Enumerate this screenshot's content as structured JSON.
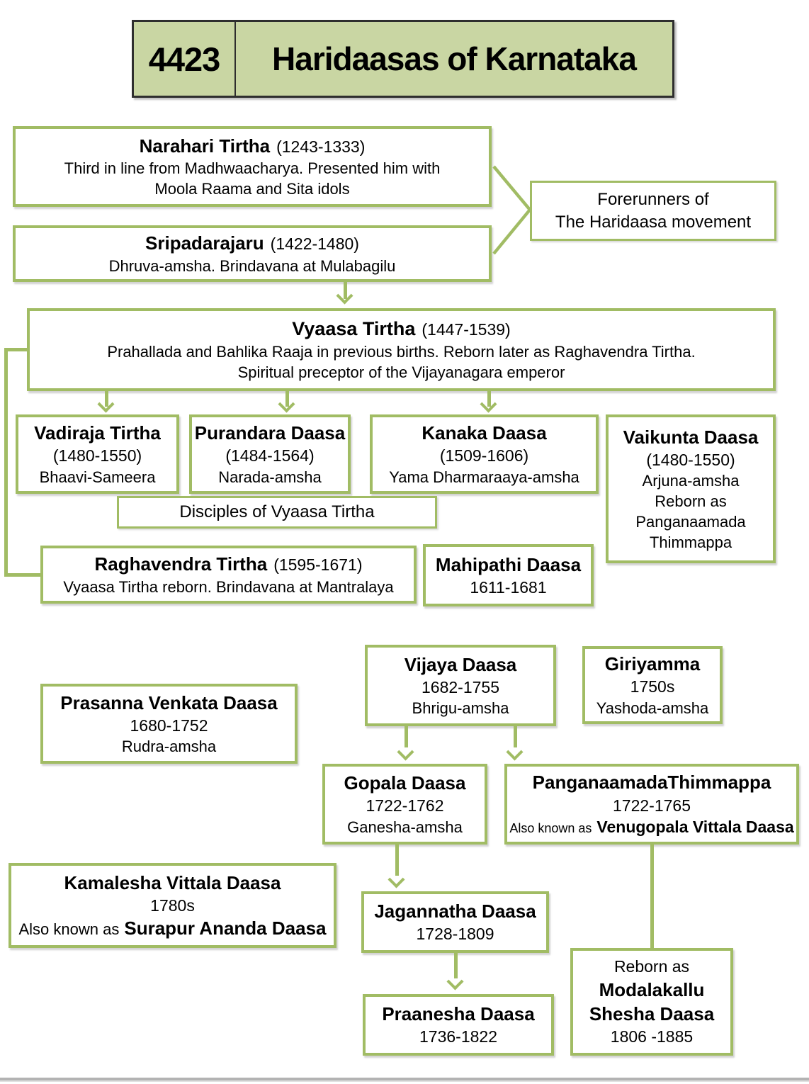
{
  "header": {
    "number": "4423",
    "title": "Haridaasas of Karnataka"
  },
  "boxes": {
    "narahari": {
      "title": "Narahari Tirtha",
      "dates": "(1243-1333)",
      "line1": "Third in line from Madhwaacharya. Presented him with",
      "line2": "Moola Raama and Sita idols"
    },
    "sripadarajaru": {
      "title": "Sripadarajaru",
      "dates": "(1422-1480)",
      "line1": "Dhruva-amsha. Brindavana at Mulabagilu"
    },
    "forerunners": {
      "line1": "Forerunners of",
      "line2": "The Haridaasa movement"
    },
    "vyaasa": {
      "title": "Vyaasa Tirtha",
      "dates": "(1447-1539)",
      "line1": "Prahallada and Bahlika Raaja in previous births. Reborn later as Raghavendra Tirtha.",
      "line2": "Spiritual preceptor of the Vijayanagara emperor"
    },
    "vadiraja": {
      "title": "Vadiraja Tirtha",
      "dates": "(1480-1550)",
      "line1": "Bhaavi-Sameera"
    },
    "purandara": {
      "title": "Purandara Daasa",
      "dates": "(1484-1564)",
      "line1": "Narada-amsha"
    },
    "kanaka": {
      "title": "Kanaka Daasa",
      "dates": "(1509-1606)",
      "line1": "Yama Dharmaraaya-amsha"
    },
    "vaikunta": {
      "title": "Vaikunta Daasa",
      "dates": "(1480-1550)",
      "line1": "Arjuna-amsha",
      "line2": "Reborn as",
      "line3": "Panganaamada",
      "line4": "Thimmappa"
    },
    "disciples": {
      "label": "Disciples of Vyaasa Tirtha"
    },
    "raghavendra": {
      "title": "Raghavendra Tirtha",
      "dates": "(1595-1671)",
      "line1": "Vyaasa Tirtha reborn. Brindavana at Mantralaya"
    },
    "mahipathi": {
      "title": "Mahipathi Daasa",
      "dates": "1611-1681"
    },
    "vijaya": {
      "title": "Vijaya Daasa",
      "dates": "1682-1755",
      "line1": "Bhrigu-amsha"
    },
    "giriyamma": {
      "title": "Giriyamma",
      "dates": "1750s",
      "line1": "Yashoda-amsha"
    },
    "prasanna": {
      "title": "Prasanna Venkata Daasa",
      "dates": "1680-1752",
      "line1": "Rudra-amsha"
    },
    "gopala": {
      "title": "Gopala Daasa",
      "dates": "1722-1762",
      "line1": "Ganesha-amsha"
    },
    "panganaamada": {
      "title": "PanganaamadaThimmappa",
      "dates": "1722-1765",
      "aka_prefix": "Also known as",
      "aka_name": "Venugopala Vittala Daasa"
    },
    "kamalesha": {
      "title": "Kamalesha Vittala Daasa",
      "dates": "1780s",
      "aka_prefix": "Also known as",
      "aka_name": "Surapur Ananda Daasa"
    },
    "jagannatha": {
      "title": "Jagannatha Daasa",
      "dates": "1728-1809"
    },
    "praanesha": {
      "title": "Praanesha Daasa",
      "dates": "1736-1822"
    },
    "modalakallu": {
      "line1": "Reborn as",
      "title1": "Modalakallu",
      "title2": "Shesha Daasa",
      "dates": "1806 -1885"
    }
  },
  "colors": {
    "accent_green": "#a1bc64",
    "header_fill": "#c9d6a3",
    "header_border": "#2e2e2e",
    "text": "#000000",
    "bottom_divider": "#b3b3b3"
  }
}
